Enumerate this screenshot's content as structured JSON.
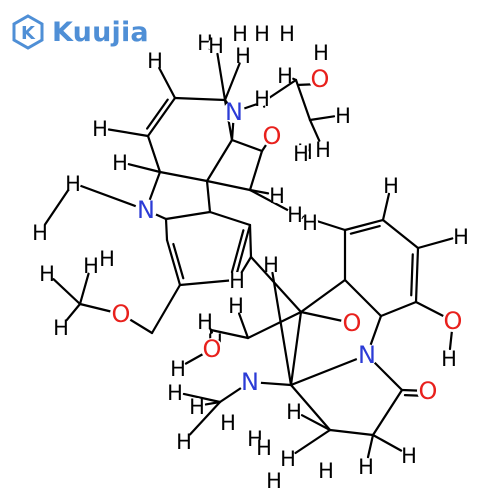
{
  "logo": {
    "text": "Kuujia",
    "mark": "K",
    "color": "#4f8fd6"
  },
  "colors": {
    "bond": "#000000",
    "nitrogen": "#2b3bd6",
    "oxygen": "#e8201c",
    "hydrogen": "#000000",
    "carbon": "#000000"
  },
  "atoms": [
    {
      "id": "h1",
      "label": "H",
      "el": "H"
    },
    {
      "id": "h2",
      "label": "H",
      "el": "H"
    },
    {
      "id": "h3",
      "label": "H",
      "el": "H"
    },
    {
      "id": "h4",
      "label": "H",
      "el": "H"
    },
    {
      "id": "h5",
      "label": "H",
      "el": "H"
    },
    {
      "id": "h6",
      "label": "H",
      "el": "H"
    },
    {
      "id": "h7",
      "label": "H",
      "el": "H"
    },
    {
      "id": "h8",
      "label": "H",
      "el": "H"
    },
    {
      "id": "o1",
      "label": "O",
      "el": "O"
    },
    {
      "id": "h9",
      "label": "H",
      "el": "H"
    },
    {
      "id": "n1",
      "label": "N",
      "el": "N"
    },
    {
      "id": "h10",
      "label": "H",
      "el": "H"
    },
    {
      "id": "h11",
      "label": "H",
      "el": "H"
    },
    {
      "id": "o2",
      "label": "O",
      "el": "O"
    },
    {
      "id": "h12",
      "label": "H",
      "el": "H"
    },
    {
      "id": "h13",
      "label": "H",
      "el": "H"
    },
    {
      "id": "h14",
      "label": "H",
      "el": "H"
    },
    {
      "id": "h15",
      "label": "H",
      "el": "H"
    },
    {
      "id": "h16",
      "label": "H",
      "el": "H"
    },
    {
      "id": "n2",
      "label": "N",
      "el": "N"
    },
    {
      "id": "h17",
      "label": "H",
      "el": "H"
    },
    {
      "id": "h18",
      "label": "H",
      "el": "H"
    },
    {
      "id": "h19",
      "label": "H",
      "el": "H"
    },
    {
      "id": "h20",
      "label": "H",
      "el": "H"
    },
    {
      "id": "h21",
      "label": "H",
      "el": "H"
    },
    {
      "id": "h22",
      "label": "H",
      "el": "H"
    },
    {
      "id": "h23",
      "label": "H",
      "el": "H"
    },
    {
      "id": "h24",
      "label": "H",
      "el": "H"
    },
    {
      "id": "h25",
      "label": "H",
      "el": "H"
    },
    {
      "id": "h26",
      "label": "H",
      "el": "H"
    },
    {
      "id": "h27",
      "label": "H",
      "el": "H"
    },
    {
      "id": "o3",
      "label": "O",
      "el": "O"
    },
    {
      "id": "h28",
      "label": "H",
      "el": "H"
    },
    {
      "id": "h29",
      "label": "H",
      "el": "H"
    },
    {
      "id": "o4",
      "label": "O",
      "el": "O"
    },
    {
      "id": "o5",
      "label": "O",
      "el": "O"
    },
    {
      "id": "n3",
      "label": "N",
      "el": "N"
    },
    {
      "id": "h30",
      "label": "H",
      "el": "H"
    },
    {
      "id": "h31",
      "label": "H",
      "el": "H"
    },
    {
      "id": "h32",
      "label": "H",
      "el": "H"
    },
    {
      "id": "o6",
      "label": "O",
      "el": "O"
    },
    {
      "id": "h33",
      "label": "H",
      "el": "H"
    },
    {
      "id": "h34",
      "label": "H",
      "el": "H"
    },
    {
      "id": "n4",
      "label": "N",
      "el": "N"
    },
    {
      "id": "h35",
      "label": "H",
      "el": "H"
    },
    {
      "id": "h36",
      "label": "H",
      "el": "H"
    },
    {
      "id": "h37",
      "label": "H",
      "el": "H"
    },
    {
      "id": "o7",
      "label": "O",
      "el": "O"
    },
    {
      "id": "h38",
      "label": "H",
      "el": "H"
    },
    {
      "id": "h39",
      "label": "H",
      "el": "H"
    },
    {
      "id": "h40",
      "label": "H",
      "el": "H"
    },
    {
      "id": "h41",
      "label": "H",
      "el": "H"
    },
    {
      "id": "h42",
      "label": "H",
      "el": "H"
    },
    {
      "id": "h43",
      "label": "H",
      "el": "H"
    },
    {
      "id": "h44",
      "label": "H",
      "el": "H"
    },
    {
      "id": "h45",
      "label": "H",
      "el": "H"
    },
    {
      "id": "h46",
      "label": "H",
      "el": "H"
    }
  ]
}
